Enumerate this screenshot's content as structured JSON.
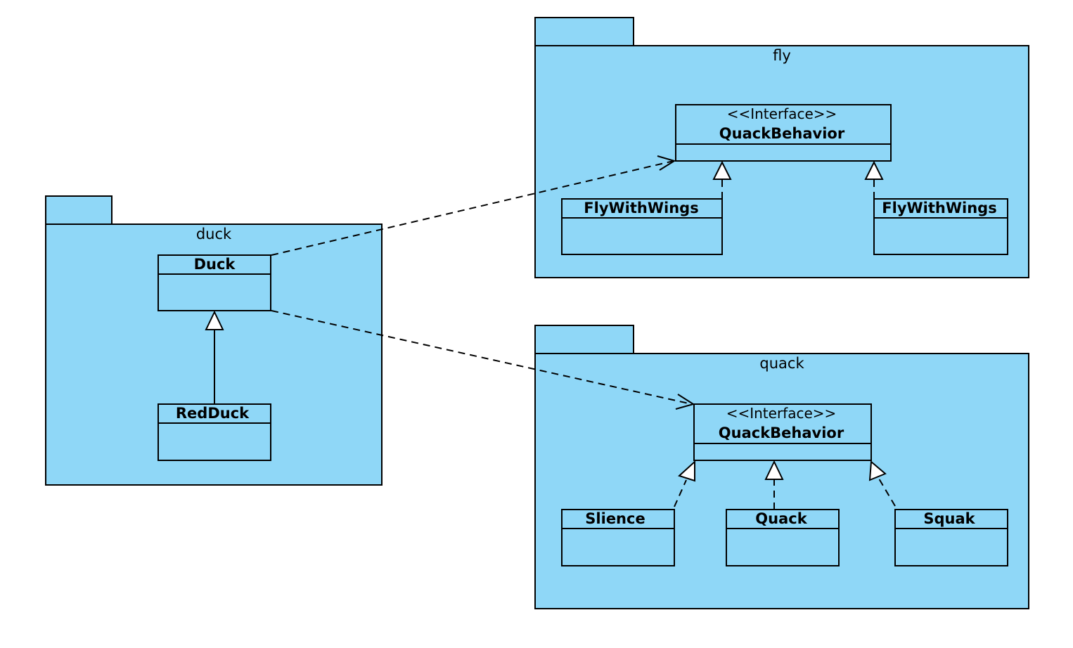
{
  "packages": {
    "duck": "duck",
    "fly": "fly",
    "quack": "quack"
  },
  "classes": {
    "duck": {
      "name": "Duck"
    },
    "red_duck": {
      "name": "RedDuck"
    },
    "fly_interface": {
      "stereotype": "<<Interface>>",
      "name": "QuackBehavior"
    },
    "fly_with_wings_1": {
      "name": "FlyWithWings"
    },
    "fly_with_wings_2": {
      "name": "FlyWithWings"
    },
    "quack_interface": {
      "stereotype": "<<Interface>>",
      "name": "QuackBehavior"
    },
    "slience": {
      "name": "Slience"
    },
    "quack": {
      "name": "Quack"
    },
    "squak": {
      "name": "Squak"
    }
  },
  "colors": {
    "fill": "#8fd7f7",
    "stroke": "#000000"
  }
}
